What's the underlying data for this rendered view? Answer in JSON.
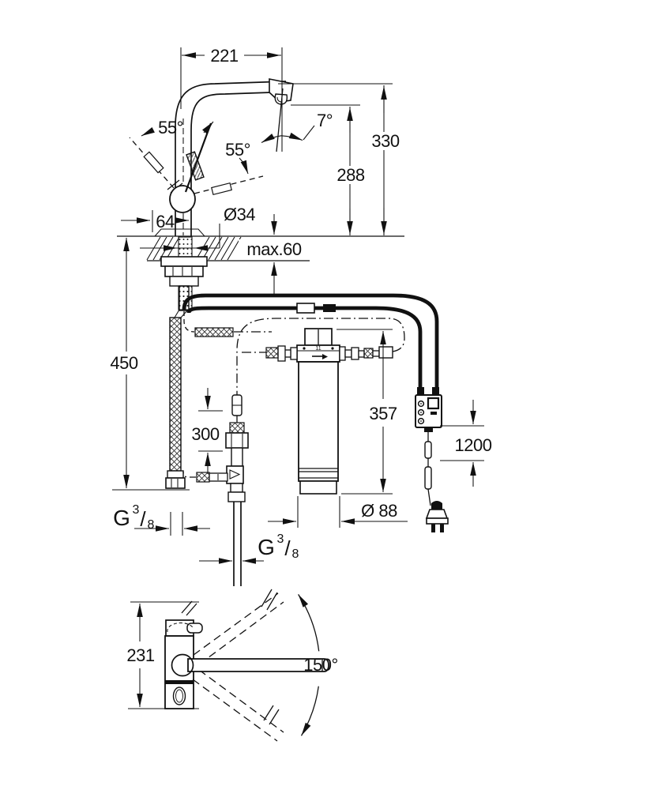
{
  "drawing": {
    "title": "faucet-with-filter-installation-dimension-drawing",
    "front_view": {
      "spout_reach": "221",
      "height_total": "330",
      "height_outlet": "288",
      "outlet_angle": "7°",
      "handle_angle_side": "55°",
      "handle_angle_front": "55°",
      "body_width": "64",
      "base_diameter": "Ø34",
      "counter_thickness": "max.60"
    },
    "installation": {
      "supply_hose_length": "450",
      "filter_hose_length": "300",
      "filter_height": "357",
      "filter_diameter": "Ø 88",
      "cable_length": "1200",
      "filter_head_mark": "11",
      "supply_thread": {
        "letter": "G",
        "numerator": "3",
        "slash": "/",
        "denominator": "8"
      },
      "valve_thread": {
        "letter": "G",
        "numerator": "3",
        "slash": "/",
        "denominator": "8"
      }
    },
    "top_view": {
      "depth": "231",
      "swivel_angle": "150°"
    },
    "colors": {
      "line": "#111111",
      "background": "#ffffff"
    }
  }
}
